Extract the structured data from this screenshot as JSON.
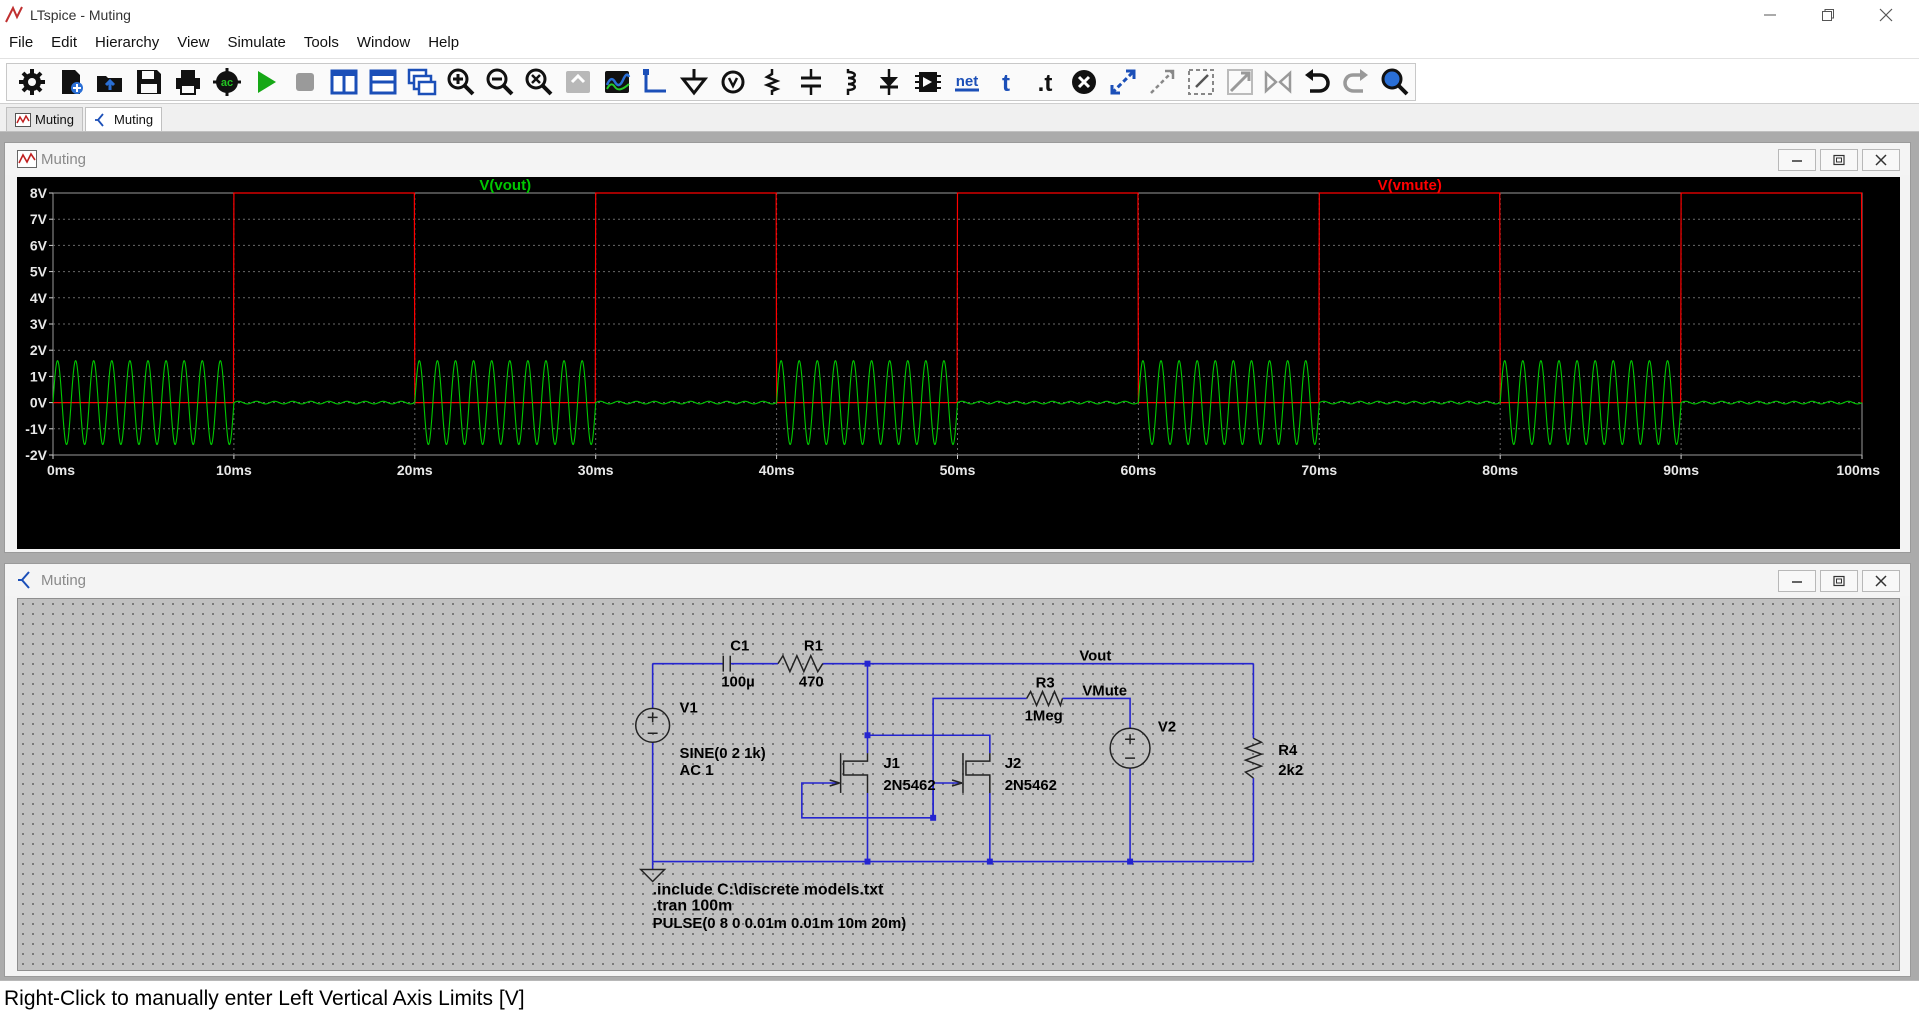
{
  "window": {
    "title": "LTspice - Muting",
    "minimize_icon": "minimize-icon",
    "restore_icon": "restore-icon",
    "close_icon": "close-icon"
  },
  "menu": [
    "File",
    "Edit",
    "Hierarchy",
    "View",
    "Simulate",
    "Tools",
    "Window",
    "Help"
  ],
  "toolbar": {
    "icons": [
      "settings-gear-icon",
      "new-schematic-icon",
      "open-folder-icon",
      "save-icon",
      "print-icon",
      "ac-analysis-icon",
      "run-icon",
      "halt-icon",
      "tile-vertical-icon",
      "tile-horizontal-icon",
      "cascade-icon",
      "zoom-in-icon",
      "zoom-out-icon",
      "zoom-fit-icon",
      "zoom-back-icon",
      "autorange-icon",
      "wire-icon",
      "ground-icon",
      "voltage-source-icon",
      "resistor-icon",
      "capacitor-icon",
      "inductor-icon",
      "diode-icon",
      "component-icon",
      "net-label-icon",
      "text-icon",
      "spice-directive-icon",
      "delete-icon",
      "duplicate-icon",
      "move-icon",
      "drag-icon",
      "rotate-icon",
      "mirror-icon",
      "undo-icon",
      "redo-icon",
      "find-icon"
    ],
    "net_label": "net",
    "text_label": "t",
    "directive_label": ".t",
    "ac_label": "ac"
  },
  "tabs": [
    {
      "label": "Muting",
      "icon": "waveform-icon"
    },
    {
      "label": "Muting",
      "icon": "schematic-icon"
    }
  ],
  "waveform_window": {
    "title": "Muting"
  },
  "schematic_window": {
    "title": "Muting"
  },
  "chart_data": {
    "type": "line",
    "xlabel": "",
    "ylabel": "",
    "x_ticks": [
      "0ms",
      "10ms",
      "20ms",
      "30ms",
      "40ms",
      "50ms",
      "60ms",
      "70ms",
      "80ms",
      "90ms",
      "100ms"
    ],
    "y_ticks": [
      "8V",
      "7V",
      "6V",
      "5V",
      "4V",
      "3V",
      "2V",
      "1V",
      "0V",
      "-1V",
      "-2V"
    ],
    "xlim": [
      0,
      100
    ],
    "ylim": [
      -2,
      8
    ],
    "x_unit": "ms",
    "grid": true,
    "background": "#000000",
    "series": [
      {
        "name": "V(vout)",
        "color": "#00c800",
        "kind": "gated-sine",
        "on_amplitude": 1.6,
        "off_amplitude": 0.05,
        "frequency_khz": 1,
        "on_intervals_ms": [
          [
            0,
            10
          ],
          [
            20,
            30
          ],
          [
            40,
            50
          ],
          [
            60,
            70
          ],
          [
            80,
            90
          ]
        ]
      },
      {
        "name": "V(vmute)",
        "color": "#ff0000",
        "kind": "pulse",
        "low": 0,
        "high": 8,
        "on_intervals_ms": [
          [
            10,
            20
          ],
          [
            30,
            40
          ],
          [
            50,
            60
          ],
          [
            70,
            80
          ],
          [
            90,
            100
          ]
        ]
      }
    ]
  },
  "schematic": {
    "components": {
      "c1": {
        "name": "C1",
        "value": "100µ"
      },
      "r1": {
        "name": "R1",
        "value": "470"
      },
      "r3": {
        "name": "R3",
        "value": "1Meg"
      },
      "r4": {
        "name": "R4",
        "value": "2k2"
      },
      "v1": {
        "name": "V1",
        "value": "SINE(0 2 1k)",
        "value2": "AC 1"
      },
      "v2": {
        "name": "V2",
        "value": "PULSE(0 8 0 0.01m 0.01m 10m 20m)"
      },
      "j1": {
        "name": "J1",
        "value": "2N5462"
      },
      "j2": {
        "name": "J2",
        "value": "2N5462"
      }
    },
    "nets": {
      "vout": "Vout",
      "vmute": "VMute"
    },
    "directives": [
      ".include C:\\discrete models.txt",
      ".tran 100m"
    ]
  },
  "status": {
    "text": "Right-Click to manually enter Left Vertical Axis Limits [V]"
  },
  "colors": {
    "wire": "#2424d0",
    "grid": "#6a6a6a",
    "axis_text": "#e8e8e8",
    "vout": "#00c800",
    "vmute": "#ff0000"
  }
}
